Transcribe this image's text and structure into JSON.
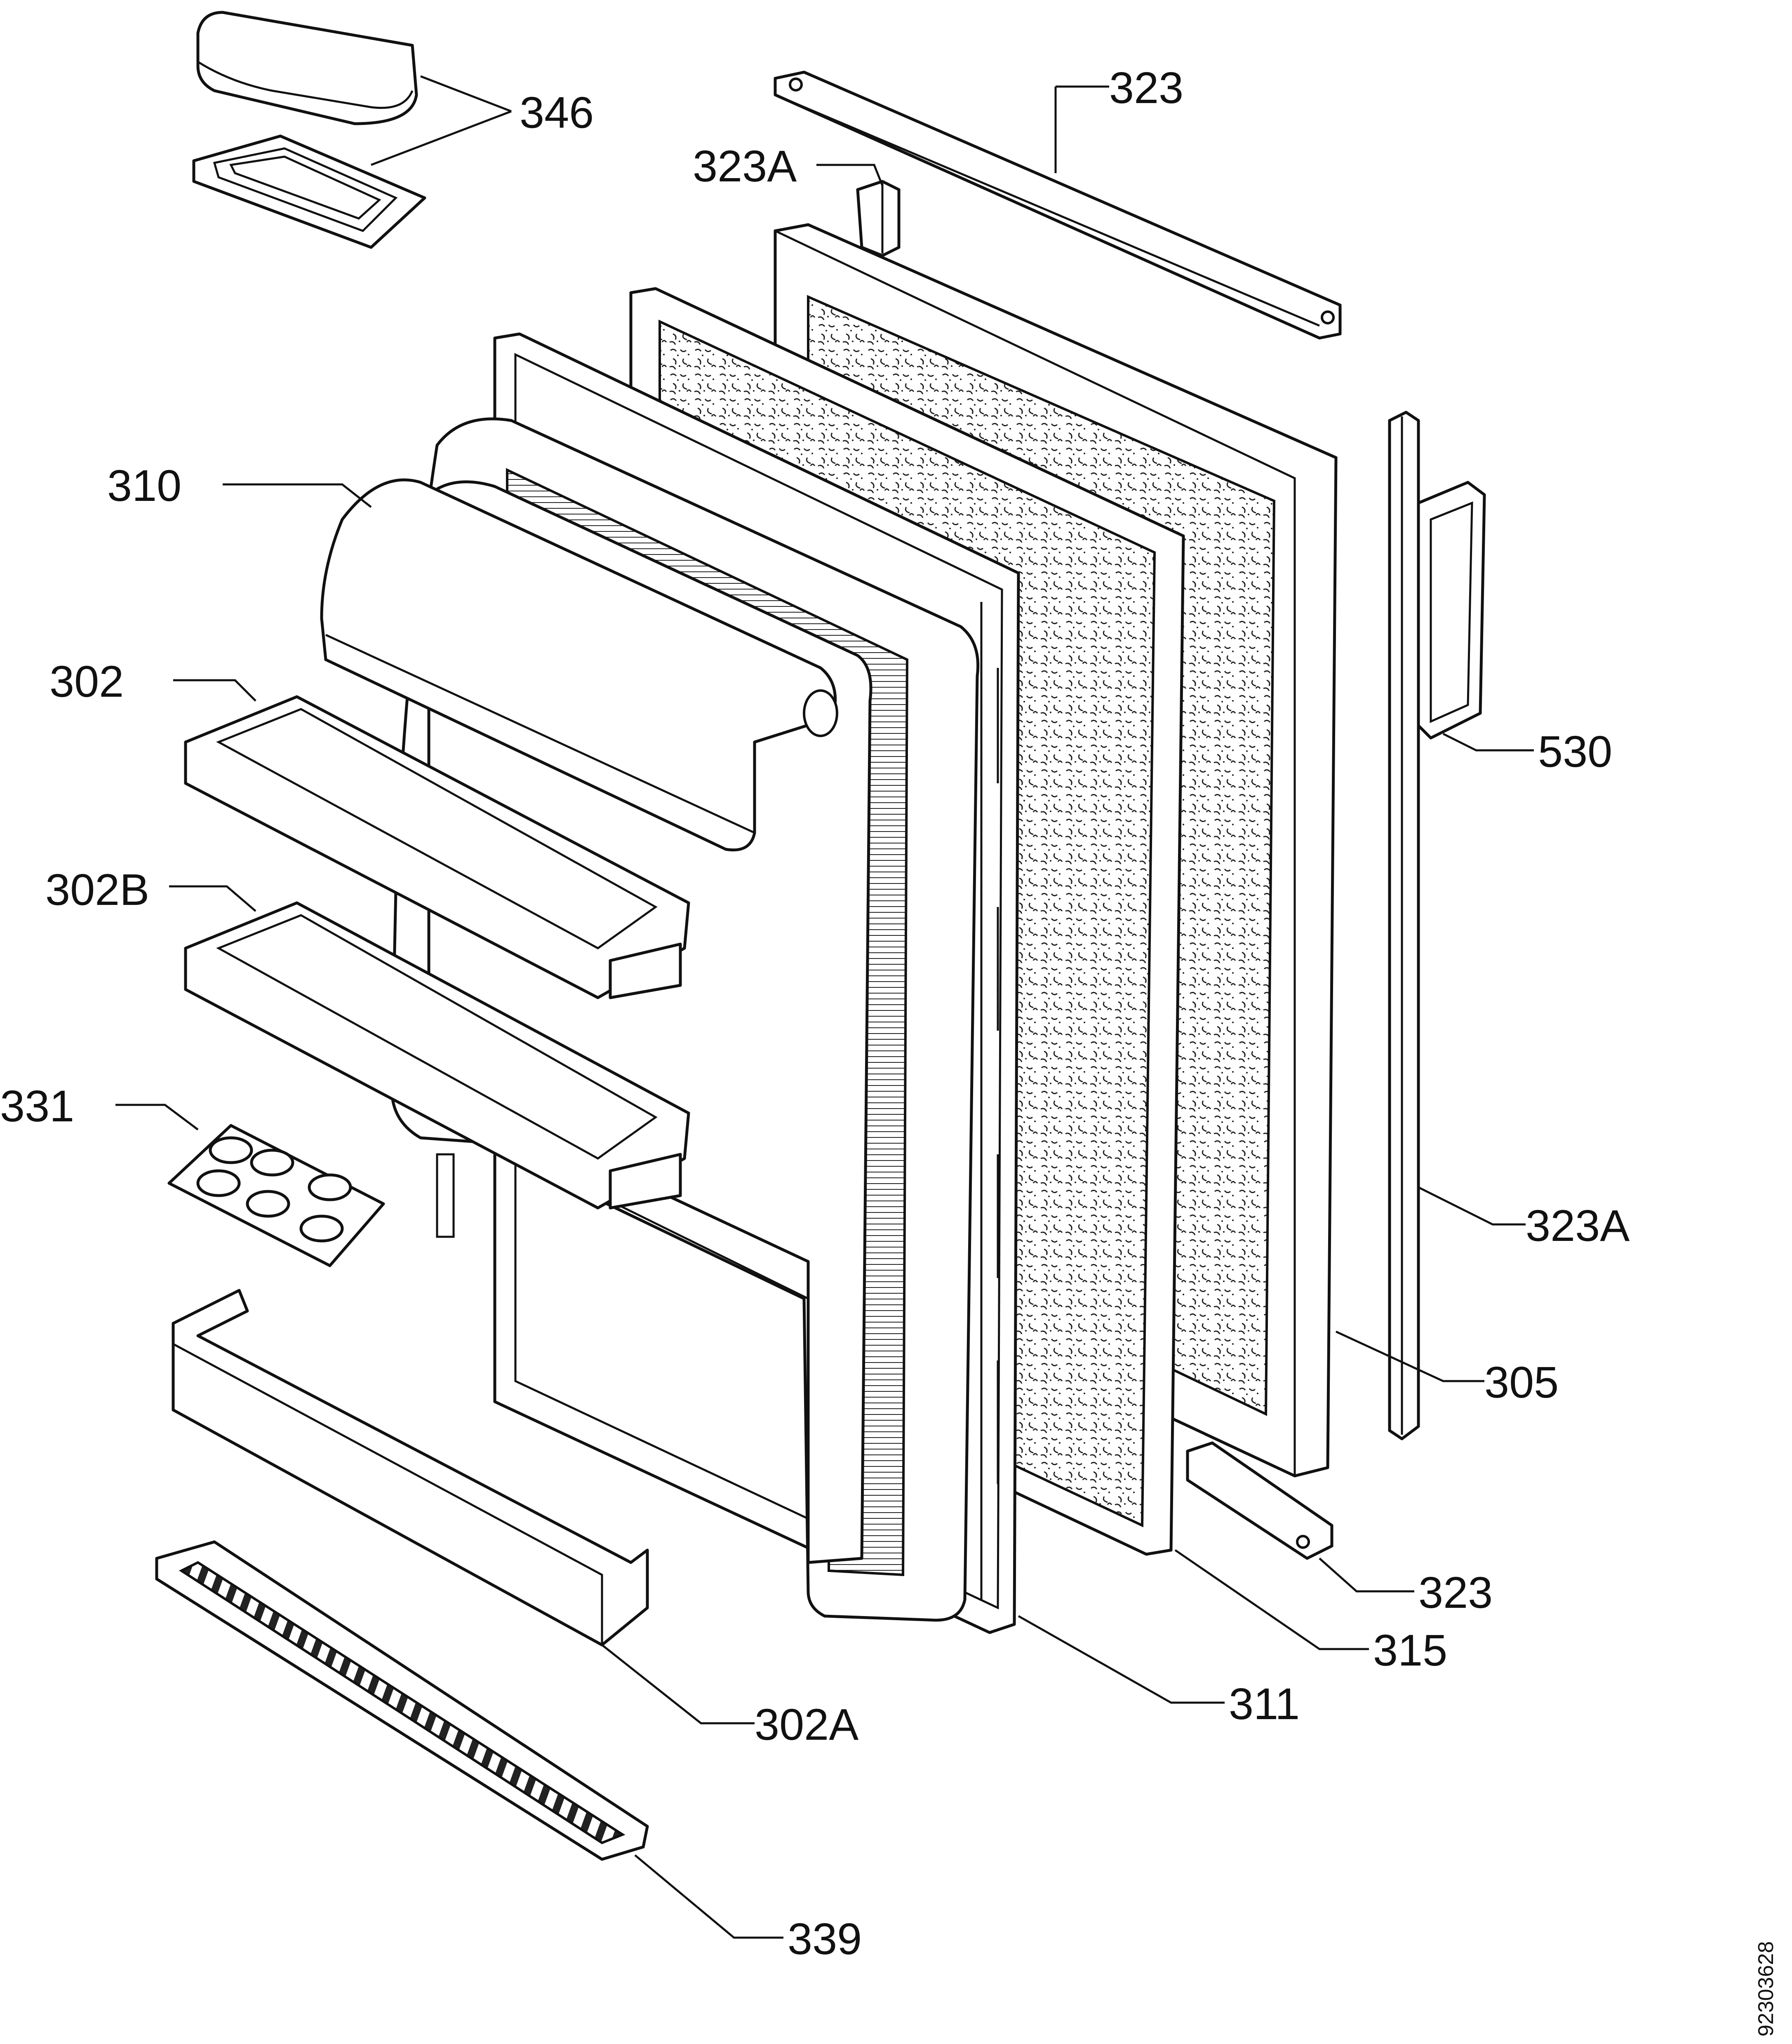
{
  "labels": {
    "p346": "346",
    "p323_top": "323",
    "p323a_top": "323A",
    "p310": "310",
    "p302": "302",
    "p302b": "302B",
    "p331": "331",
    "p530": "530",
    "p323a_right": "323A",
    "p305": "305",
    "p323_bottom": "323",
    "p315": "315",
    "p311": "311",
    "p302a": "302A",
    "p339": "339"
  },
  "document_number": "92303628"
}
